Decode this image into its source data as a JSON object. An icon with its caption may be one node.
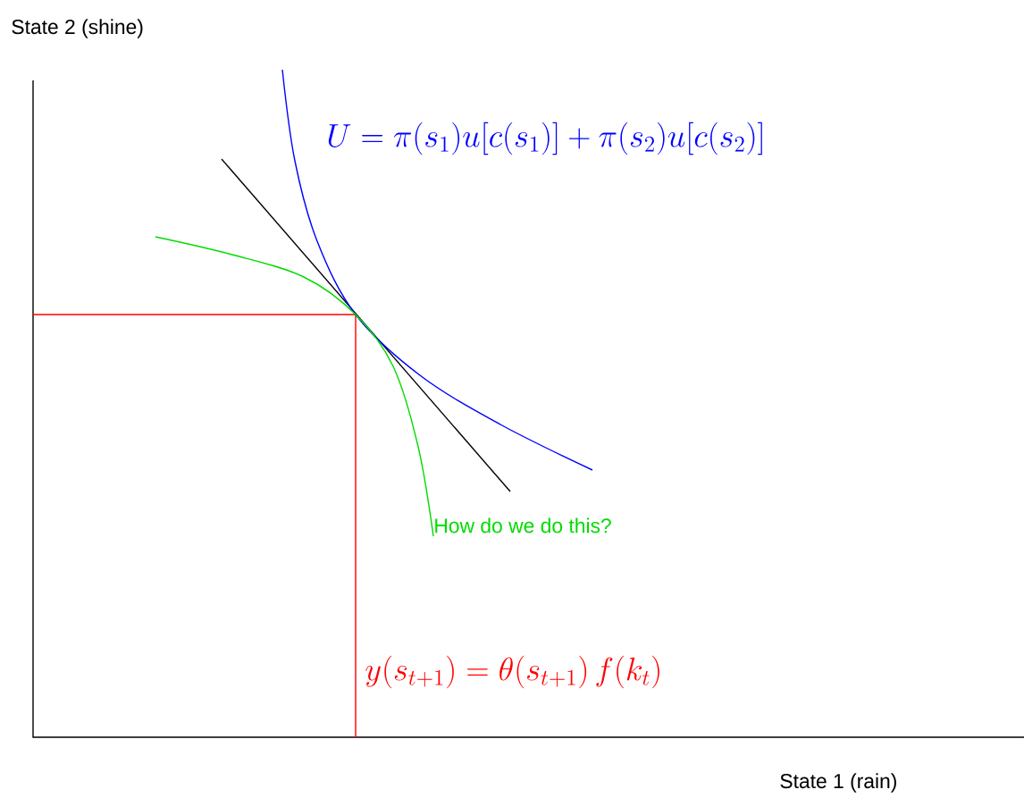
{
  "diagram": {
    "labels": [
      "State 2 (shine)",
      "U = \\pi(s_1)u[c(s_1)] + \\pi(s_2)u[c(s_2)]",
      "How do we do this?",
      "y(s_{t+1}) = \\theta(s_{t+1})\\,f(k_t)",
      "State 1 (rain)"
    ]
  }
}
